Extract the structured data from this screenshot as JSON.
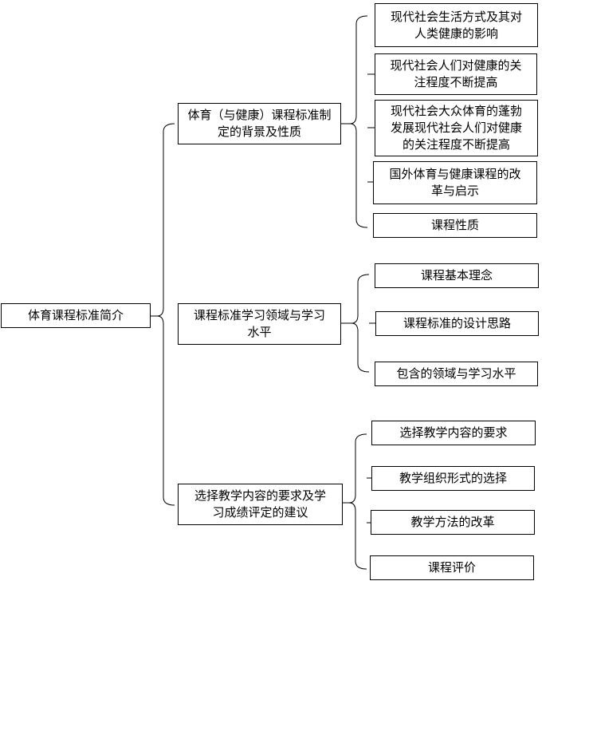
{
  "root": {
    "label": "体育课程标准简介"
  },
  "branches": [
    {
      "label": "体育（与健康）课程标准制\n定的背景及性质",
      "children": [
        "现代社会生活方式及其对\n人类健康的影响",
        "现代社会人们对健康的关\n注程度不断提高",
        "现代社会大众体育的蓬勃\n发展现代社会人们对健康\n的关注程度不断提高",
        "国外体育与健康课程的改\n革与启示",
        "课程性质"
      ]
    },
    {
      "label": "课程标准学习领域与学习\n水平",
      "children": [
        "课程基本理念",
        "课程标准的设计思路",
        "包含的领域与学习水平"
      ]
    },
    {
      "label": "选择教学内容的要求及学\n习成绩评定的建议",
      "children": [
        "选择教学内容的要求",
        "教学组织形式的选择",
        "教学方法的改革",
        "课程评价"
      ]
    }
  ]
}
